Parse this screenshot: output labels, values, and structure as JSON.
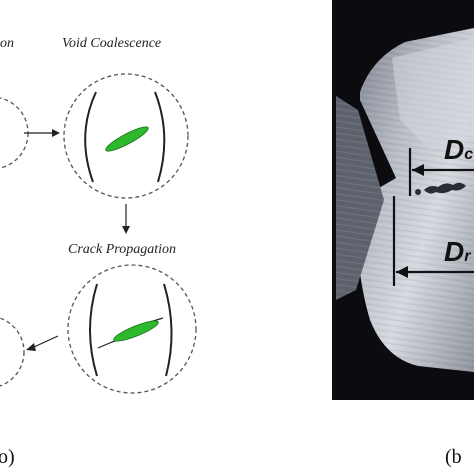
{
  "schematic": {
    "partial_label_top_left": "on",
    "void_coalescence_label": "Void Coalescence",
    "crack_propagation_label": "Crack Propagation",
    "panel_a_fragment": "o)"
  },
  "photo": {
    "dc_label": "D",
    "dc_sub": "c",
    "dr_label": "D",
    "dr_sub": "r",
    "panel_b_fragment": "(b"
  },
  "colors": {
    "void_green": "#2db82d",
    "photo_bg": "#0b0b10",
    "metal_light": "#c9ccd3",
    "metal_dark": "#6f7480"
  }
}
